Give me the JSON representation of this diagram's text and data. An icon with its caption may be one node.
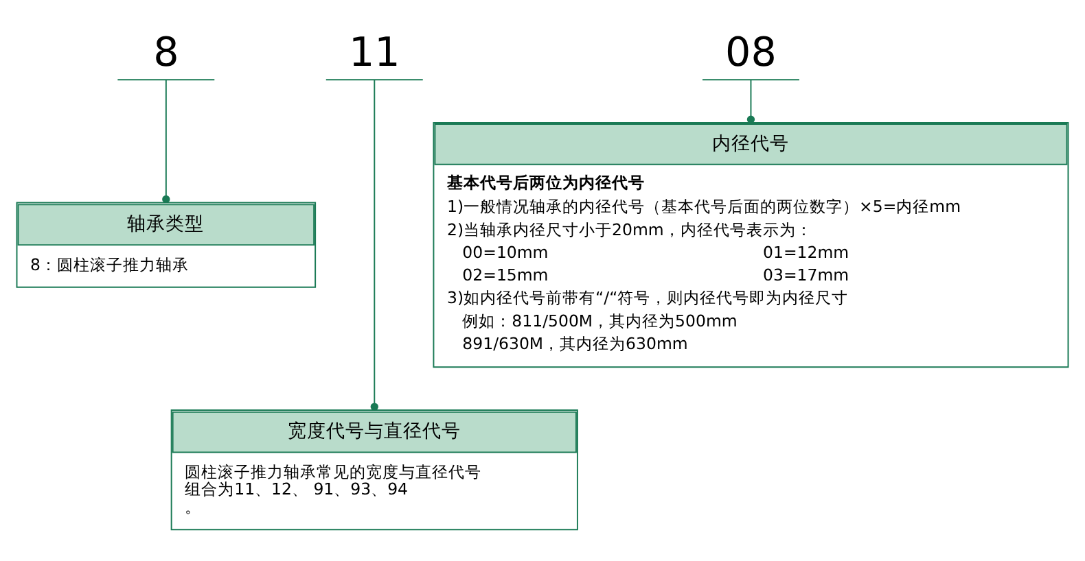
{
  "diagram": {
    "nodes": [
      {
        "text": [
          "8"
        ]
      },
      {
        "text": [
          "11"
        ]
      },
      {
        "text": [
          "08"
        ]
      },
      {
        "text": [
          "轴承类型",
          "8：圆柱滚子推力轴承"
        ]
      },
      {
        "text": [
          "内径代号",
          "基本代号后两位为内径代号",
          "1)一般情况轴承的内径代号（基本代号后面的两位数字）×5=内径mm",
          "2)当轴承内径尺寸小于20mm，内径代号表示为：",
          "00=10mm",
          "01=12mm",
          "02=15mm",
          "03=17mm",
          "3)如内径代号前带有“/“符号，则内径代号即为内径尺寸",
          "例如：811/500M，其内径为500mm",
          "891/630M，其内径为630mm"
        ]
      },
      {
        "text": [
          "宽度代号与直径代号",
          "圆柱滚子推力轴承常见的宽度与直径代号组合为11、12、 91、93、94。"
        ]
      }
    ],
    "edges": [
      {
        "from": 0,
        "to": 3,
        "arrow": "other"
      },
      {
        "from": 2,
        "to": 4,
        "arrow": "other"
      },
      {
        "from": 1,
        "to": 5,
        "arrow": "other"
      }
    ]
  }
}
